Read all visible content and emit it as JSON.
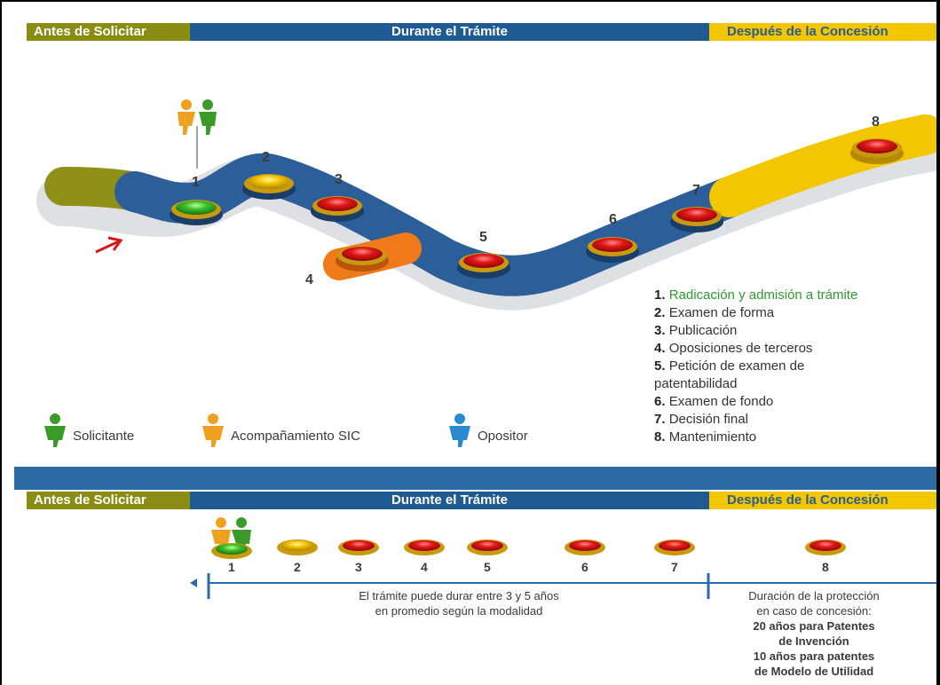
{
  "phases": {
    "before": "Antes de Solicitar",
    "during": "Durante el Trámite",
    "after": "Después de la Concesión"
  },
  "path_numbers": [
    "1",
    "2",
    "3",
    "4",
    "5",
    "6",
    "7",
    "8"
  ],
  "legend": {
    "applicant": "Solicitante",
    "sic": "Acompañamiento SIC",
    "opponent": "Opositor"
  },
  "steps": [
    {
      "n": "1.",
      "text": "Radicación y admisión a trámite"
    },
    {
      "n": "2.",
      "text": "Examen de forma"
    },
    {
      "n": "3.",
      "text": "Publicación"
    },
    {
      "n": "4.",
      "text": "Oposiciones de terceros"
    },
    {
      "n": "5.",
      "text": "Petición de examen de"
    },
    {
      "n": "",
      "text": "patentabilidad"
    },
    {
      "n": "6.",
      "text": "Examen de fondo"
    },
    {
      "n": "7.",
      "text": "Decisión final"
    },
    {
      "n": "8.",
      "text": "Mantenimiento"
    }
  ],
  "timeline": {
    "numbers": [
      "1",
      "2",
      "3",
      "4",
      "5",
      "6",
      "7",
      "8"
    ],
    "during_text_1": "El trámite puede durar entre 3 y 5 años",
    "during_text_2": "en promedio según la modalidad",
    "after_text_1": "Duración de la protección",
    "after_text_2": "en caso de concesión:",
    "after_bold_1": "20 años para Patentes",
    "after_bold_2": "de Invención",
    "after_bold_3": "10 años para patentes",
    "after_bold_4": "de Modelo de Utilidad"
  },
  "colors": {
    "olive": "#8a8c14",
    "blue": "#1f5a93",
    "yellow": "#f2c700",
    "green": "#2e9a2e",
    "orange": "#f07a1a",
    "red": "#d81818"
  }
}
